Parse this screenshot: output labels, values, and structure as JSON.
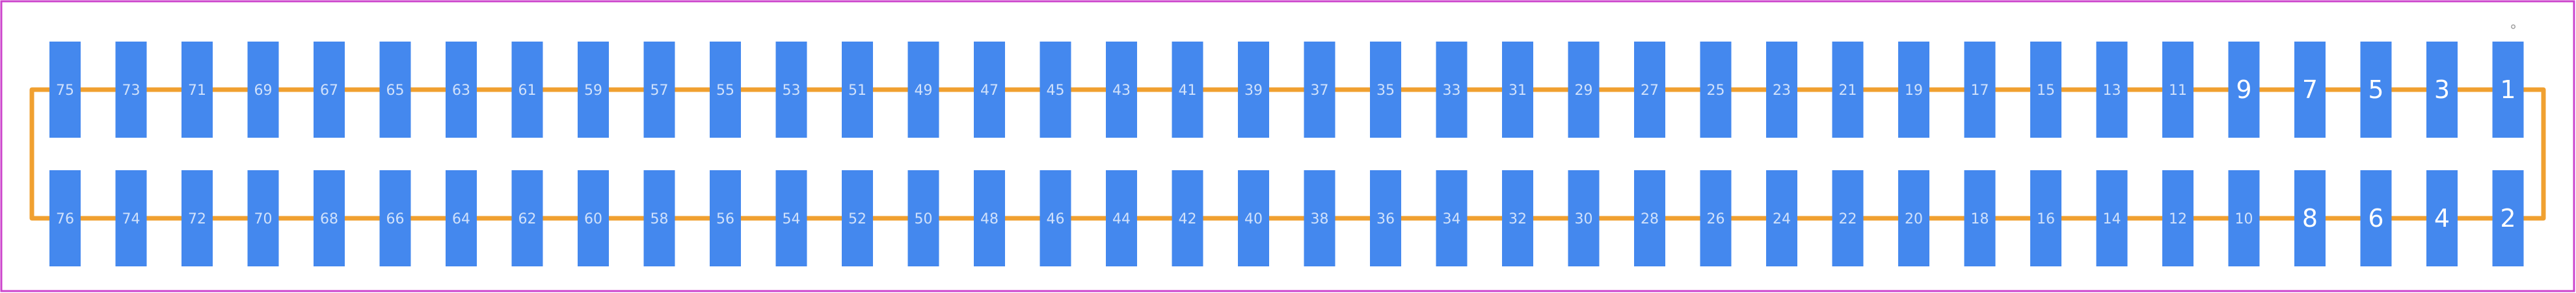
{
  "title": "",
  "colors": {
    "background": "#ffffff",
    "border": "#cc44cc",
    "pad": "#4488ee",
    "trace": "#f0a030",
    "label": "#ffffff",
    "marker": "#999999"
  },
  "marker": "°",
  "top_row": [
    "75",
    "73",
    "71",
    "69",
    "67",
    "65",
    "63",
    "61",
    "59",
    "57",
    "55",
    "53",
    "51",
    "49",
    "47",
    "45",
    "43",
    "41",
    "39",
    "37",
    "35",
    "33",
    "31",
    "29",
    "27",
    "25",
    "23",
    "21",
    "19",
    "17",
    "15",
    "13",
    "11",
    "9",
    "7",
    "5",
    "3",
    "1"
  ],
  "bottom_row": [
    "76",
    "74",
    "72",
    "70",
    "68",
    "66",
    "64",
    "62",
    "60",
    "58",
    "56",
    "54",
    "52",
    "50",
    "48",
    "46",
    "44",
    "42",
    "40",
    "38",
    "36",
    "34",
    "32",
    "30",
    "28",
    "26",
    "24",
    "22",
    "20",
    "18",
    "16",
    "14",
    "12",
    "10",
    "8",
    "6",
    "4",
    "2"
  ]
}
